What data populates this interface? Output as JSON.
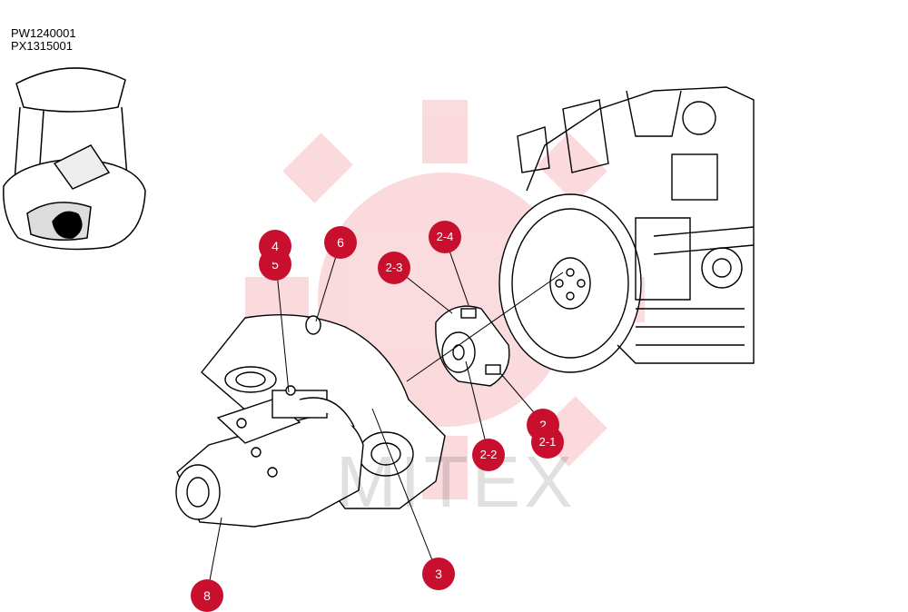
{
  "codes": [
    "PW1240001",
    "PX1315001"
  ],
  "callouts": [
    {
      "id": "4",
      "label": "4"
    },
    {
      "id": "5",
      "label": "5"
    },
    {
      "id": "6",
      "label": "6"
    },
    {
      "id": "2-4",
      "label": "2-4"
    },
    {
      "id": "2-3",
      "label": "2-3"
    },
    {
      "id": "2",
      "label": "2"
    },
    {
      "id": "2-1",
      "label": "2-1"
    },
    {
      "id": "2-2",
      "label": "2-2"
    },
    {
      "id": "3",
      "label": "3"
    },
    {
      "id": "8",
      "label": "8"
    }
  ],
  "colors": {
    "callout": "#c8102e",
    "watermark": "#e63946"
  }
}
